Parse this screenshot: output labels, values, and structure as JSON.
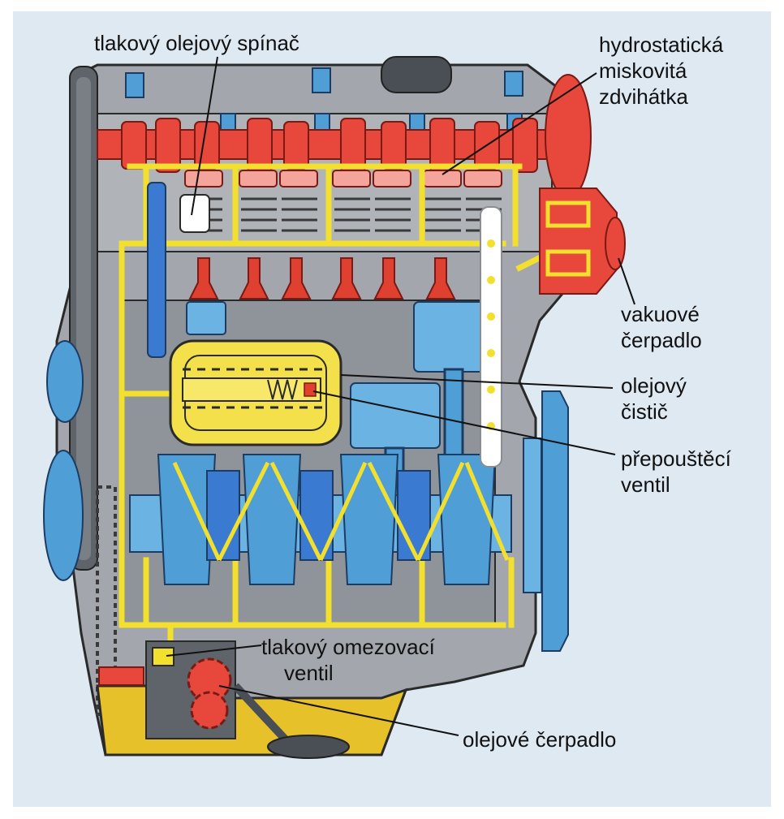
{
  "labels": {
    "oil_pressure_switch": "tlakový olejový spínač",
    "hydro_tappets_1": "hydrostatická",
    "hydro_tappets_2": "miskovitá",
    "hydro_tappets_3": "zdvihátka",
    "vacuum_pump_1": "vakuové",
    "vacuum_pump_2": "čerpadlo",
    "oil_filter_1": "olejový",
    "oil_filter_2": "čistič",
    "bypass_valve_1": "přepouštěcí",
    "bypass_valve_2": "ventil",
    "pressure_relief_1": "tlakový omezovací",
    "pressure_relief_2": "ventil",
    "oil_pump": "olejové čerpadlo"
  },
  "colors": {
    "background": "#dfe9f2",
    "engine_block": "#a3a6ac",
    "block_dark": "#5f636a",
    "oil_channel": "#f2df2e",
    "oil_sump": "#e6c12a",
    "camshaft": "#e8473b",
    "tappet": "#f4a49a",
    "valve": "#e0402f",
    "crank_blue": "#4f9fd6",
    "piston_blue": "#6bb3e3",
    "filter_yellow": "#f3e04a",
    "outline": "#2a2a2a",
    "label_line": "#111111"
  }
}
